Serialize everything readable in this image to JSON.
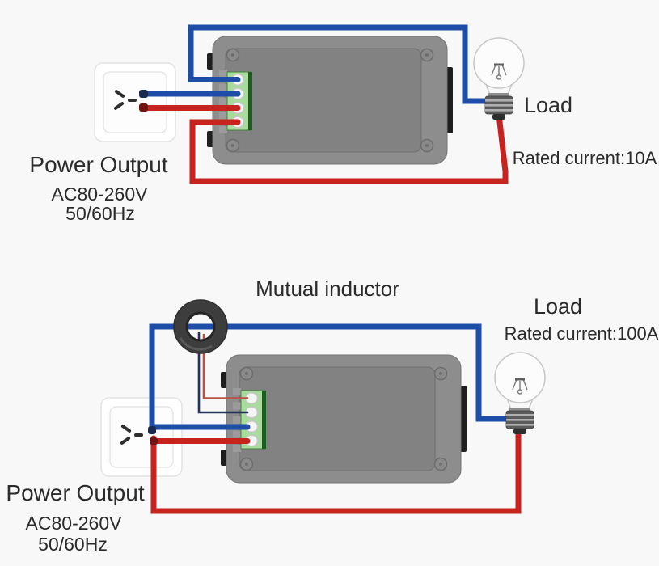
{
  "colors": {
    "live_wire_red": "#c8231f",
    "neutral_wire_blue": "#1d4da6",
    "ct_lead_red": "#bf4f46",
    "ct_lead_blue": "#233259",
    "terminal_green": "#a7dc9d",
    "terminal_green_edge": "#1d5c20",
    "meter_body_gray": "#8d8d8d",
    "meter_panel_gray": "#828282",
    "transformer_core_gray": "#3d3d3d"
  },
  "top": {
    "source_label": "Power Output",
    "source_voltage": "AC80-260V",
    "source_frequency": "50/60Hz",
    "load_label": "Load",
    "rated_current": "Rated current:10A"
  },
  "bottom": {
    "title": "Mutual inductor",
    "source_label": "Power Output",
    "source_voltage": "AC80-260V",
    "source_frequency": "50/60Hz",
    "load_label": "Load",
    "rated_current": "Rated current:100A"
  }
}
